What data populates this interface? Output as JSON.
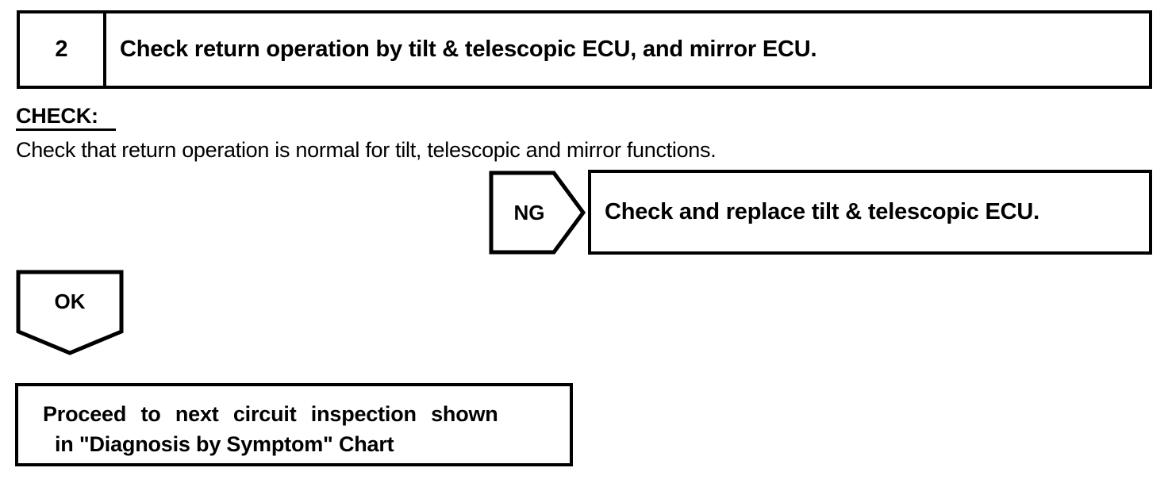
{
  "step": {
    "number": "2",
    "title": "Check return operation by tilt & telescopic ECU, and mirror ECU."
  },
  "check": {
    "label": "CHECK:",
    "description": "Check that return operation is normal for tilt, telescopic and mirror functions."
  },
  "branches": {
    "ng": {
      "label": "NG",
      "result": "Check and replace tilt & telescopic ECU."
    },
    "ok": {
      "label": "OK"
    }
  },
  "proceed": {
    "line1": "Proceed to next circuit inspection shown",
    "line2": "in \"Diagnosis by Symptom\" Chart"
  },
  "colors": {
    "ink": "#000000",
    "paper": "#ffffff"
  }
}
